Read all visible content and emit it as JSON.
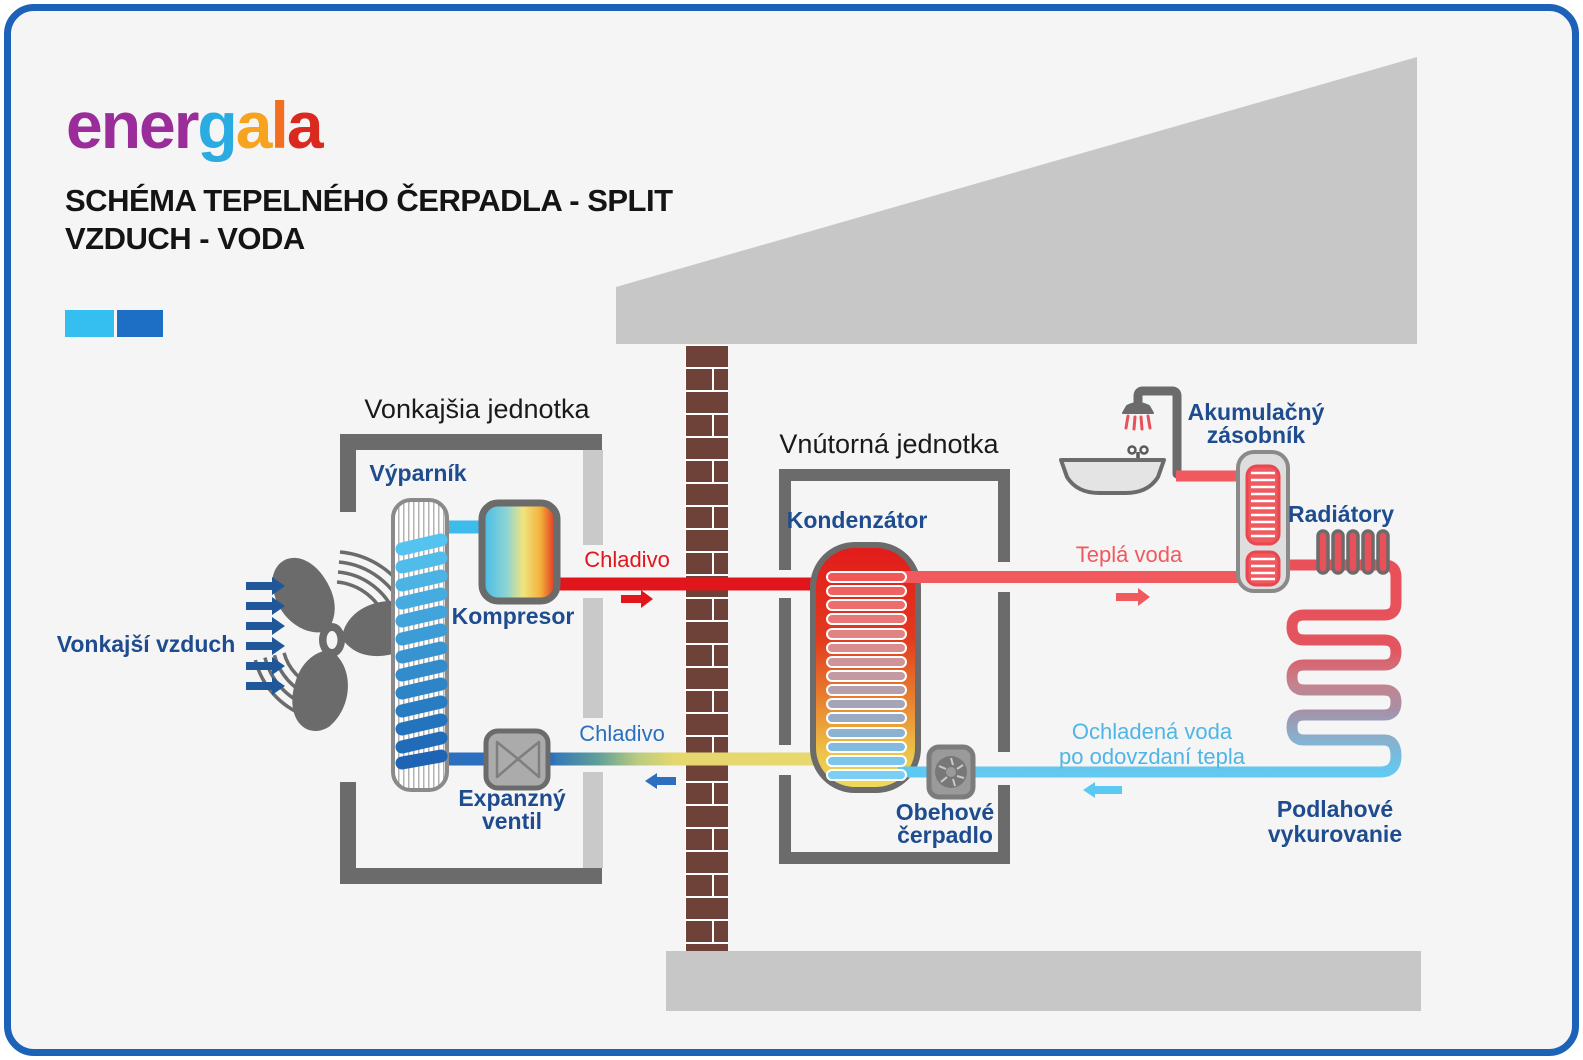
{
  "header": {
    "logo": {
      "segments": [
        {
          "text": "ener",
          "color": "#9B2D9B"
        },
        {
          "text": "g",
          "color": "#2AACE3"
        },
        {
          "text": "a",
          "color": "#F6A41F"
        },
        {
          "text": "l",
          "color": "#F26F21"
        },
        {
          "text": "a",
          "color": "#DA291E"
        }
      ]
    },
    "title_line1": "SCHÉMA TEPELNÉHO ČERPADLA - SPLIT",
    "title_line2": "VZDUCH - VODA"
  },
  "outdoor_unit": {
    "label": "Vonkajšia jednotka",
    "evaporator_label": "Výparník",
    "compressor_label": "Kompresor",
    "expansion_valve_line1": "Expanzný",
    "expansion_valve_line2": "ventil",
    "outside_air_label": "Vonkajší vzduch"
  },
  "indoor_unit": {
    "label": "Vnútorná jednotka",
    "condenser_label": "Kondenzátor",
    "pump_line1": "Obehové",
    "pump_line2": "čerpadlo"
  },
  "pipes": {
    "refrigerant_hot_label": "Chladivo",
    "refrigerant_cold_label": "Chladivo",
    "hot_water_label": "Teplá voda",
    "cold_water_line1": "Ochladená voda",
    "cold_water_line2": "po odovzdaní tepla"
  },
  "heating_side": {
    "storage_tank_line1": "Akumulačný",
    "storage_tank_line2": "zásobník",
    "radiators_label": "Radiátory",
    "floor_heating_line1": "Podlahové",
    "floor_heating_line2": "vykurovanie"
  },
  "colors": {
    "frame_border": "#1C62B7",
    "background": "#F5F5F6",
    "legend_chip_light": "#35BEF0",
    "legend_chip_dark": "#1C6FC5",
    "label_dark_blue": "#1E4C8F",
    "refrigerant_hot": "#E0161C",
    "refrigerant_cold_blue": "#2B6FBE",
    "refrigerant_cold_yellow": "#E8D96E",
    "hot_water": "#F0595E",
    "cold_water": "#5BC9F2",
    "air_arrow_blue": "#1F5799",
    "structure_dark_gray": "#6B6B6B",
    "structure_light_gray": "#C7C7C8",
    "brick": "#6E4239"
  }
}
